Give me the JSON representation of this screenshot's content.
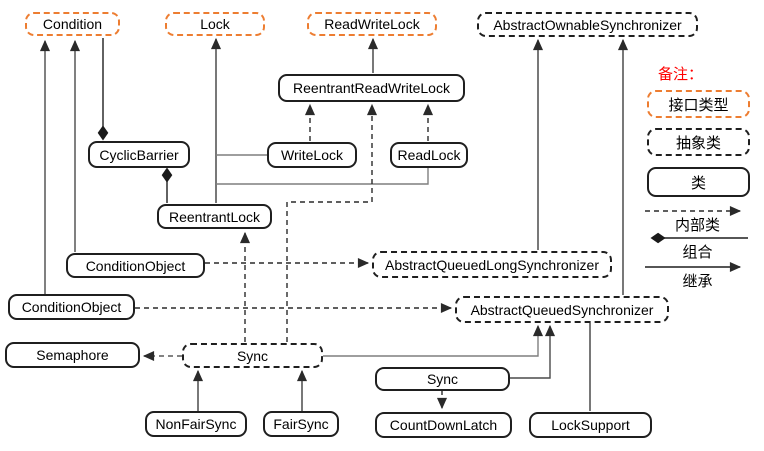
{
  "diagram": {
    "nodes": {
      "condition": {
        "label": "Condition",
        "kind": "interface"
      },
      "lock": {
        "label": "Lock",
        "kind": "interface"
      },
      "readwritelock": {
        "label": "ReadWriteLock",
        "kind": "interface"
      },
      "aos": {
        "label": "AbstractOwnableSynchronizer",
        "kind": "abstract"
      },
      "rrwl": {
        "label": "ReentrantReadWriteLock",
        "kind": "class"
      },
      "cyclicbarrier": {
        "label": "CyclicBarrier",
        "kind": "class"
      },
      "writelock": {
        "label": "WriteLock",
        "kind": "class"
      },
      "readlock": {
        "label": "ReadLock",
        "kind": "class"
      },
      "reentrantlock": {
        "label": "ReentrantLock",
        "kind": "class"
      },
      "conditionobject1": {
        "label": "ConditionObject",
        "kind": "class"
      },
      "conditionobject2": {
        "label": "ConditionObject",
        "kind": "class"
      },
      "aqls": {
        "label": "AbstractQueuedLongSynchronizer",
        "kind": "abstract"
      },
      "aqs": {
        "label": "AbstractQueuedSynchronizer",
        "kind": "abstract"
      },
      "semaphore": {
        "label": "Semaphore",
        "kind": "class"
      },
      "sync1": {
        "label": "Sync",
        "kind": "abstract"
      },
      "sync2": {
        "label": "Sync",
        "kind": "class"
      },
      "nonfairsync": {
        "label": "NonFairSync",
        "kind": "class"
      },
      "fairsync": {
        "label": "FairSync",
        "kind": "class"
      },
      "countdownlatch": {
        "label": "CountDownLatch",
        "kind": "class"
      },
      "locksupport": {
        "label": "LockSupport",
        "kind": "class"
      }
    }
  },
  "legend": {
    "title": "备注：",
    "interface_label": "接口类型",
    "abstract_label": "抽象类",
    "class_label": "类",
    "inner_class_label": "内部类",
    "composition_label": "组合",
    "inheritance_label": "继承"
  },
  "colors": {
    "interface_border": "#ED7D31",
    "note_text": "#FF0000",
    "line": "#3f3f3f",
    "line_gray": "#7f7f7f"
  }
}
